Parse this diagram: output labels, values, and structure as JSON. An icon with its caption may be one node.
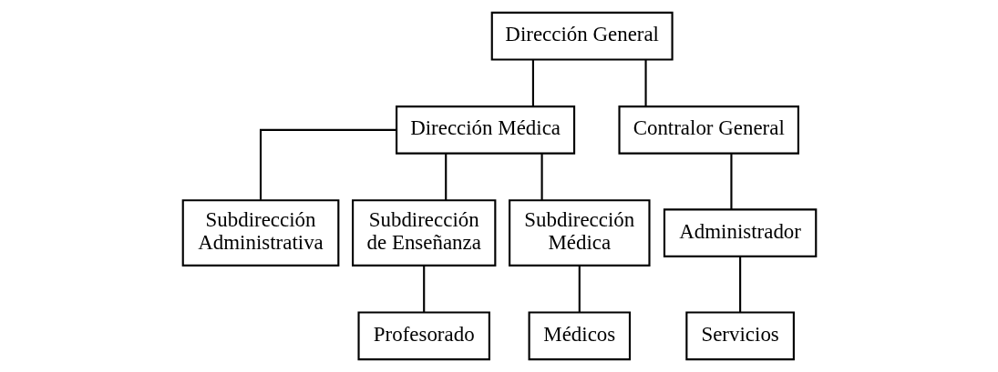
{
  "diagram": {
    "nodes": [
      {
        "text": [
          "Dirección General"
        ]
      },
      {
        "text": [
          "Dirección Médica"
        ]
      },
      {
        "text": [
          "Contralor General"
        ]
      },
      {
        "text": [
          "Subdirección Administrativa"
        ]
      },
      {
        "text": [
          "Subdirección de Enseñanza"
        ]
      },
      {
        "text": [
          "Subdirección Médica"
        ]
      },
      {
        "text": [
          "Administrador"
        ]
      },
      {
        "text": [
          "Profesorado"
        ]
      },
      {
        "text": [
          "Médicos"
        ]
      },
      {
        "text": [
          "Servicios"
        ]
      }
    ],
    "edges": [
      {
        "from": 0,
        "to": 1,
        "arrow": "none"
      },
      {
        "from": 0,
        "to": 2,
        "arrow": "none"
      },
      {
        "from": 1,
        "to": 3,
        "arrow": "none"
      },
      {
        "from": 1,
        "to": 4,
        "arrow": "none"
      },
      {
        "from": 1,
        "to": 5,
        "arrow": "none"
      },
      {
        "from": 4,
        "to": 7,
        "arrow": "none"
      },
      {
        "from": 5,
        "to": 8,
        "arrow": "none"
      },
      {
        "from": 2,
        "to": 6,
        "arrow": "none"
      },
      {
        "from": 6,
        "to": 9,
        "arrow": "none"
      }
    ]
  }
}
